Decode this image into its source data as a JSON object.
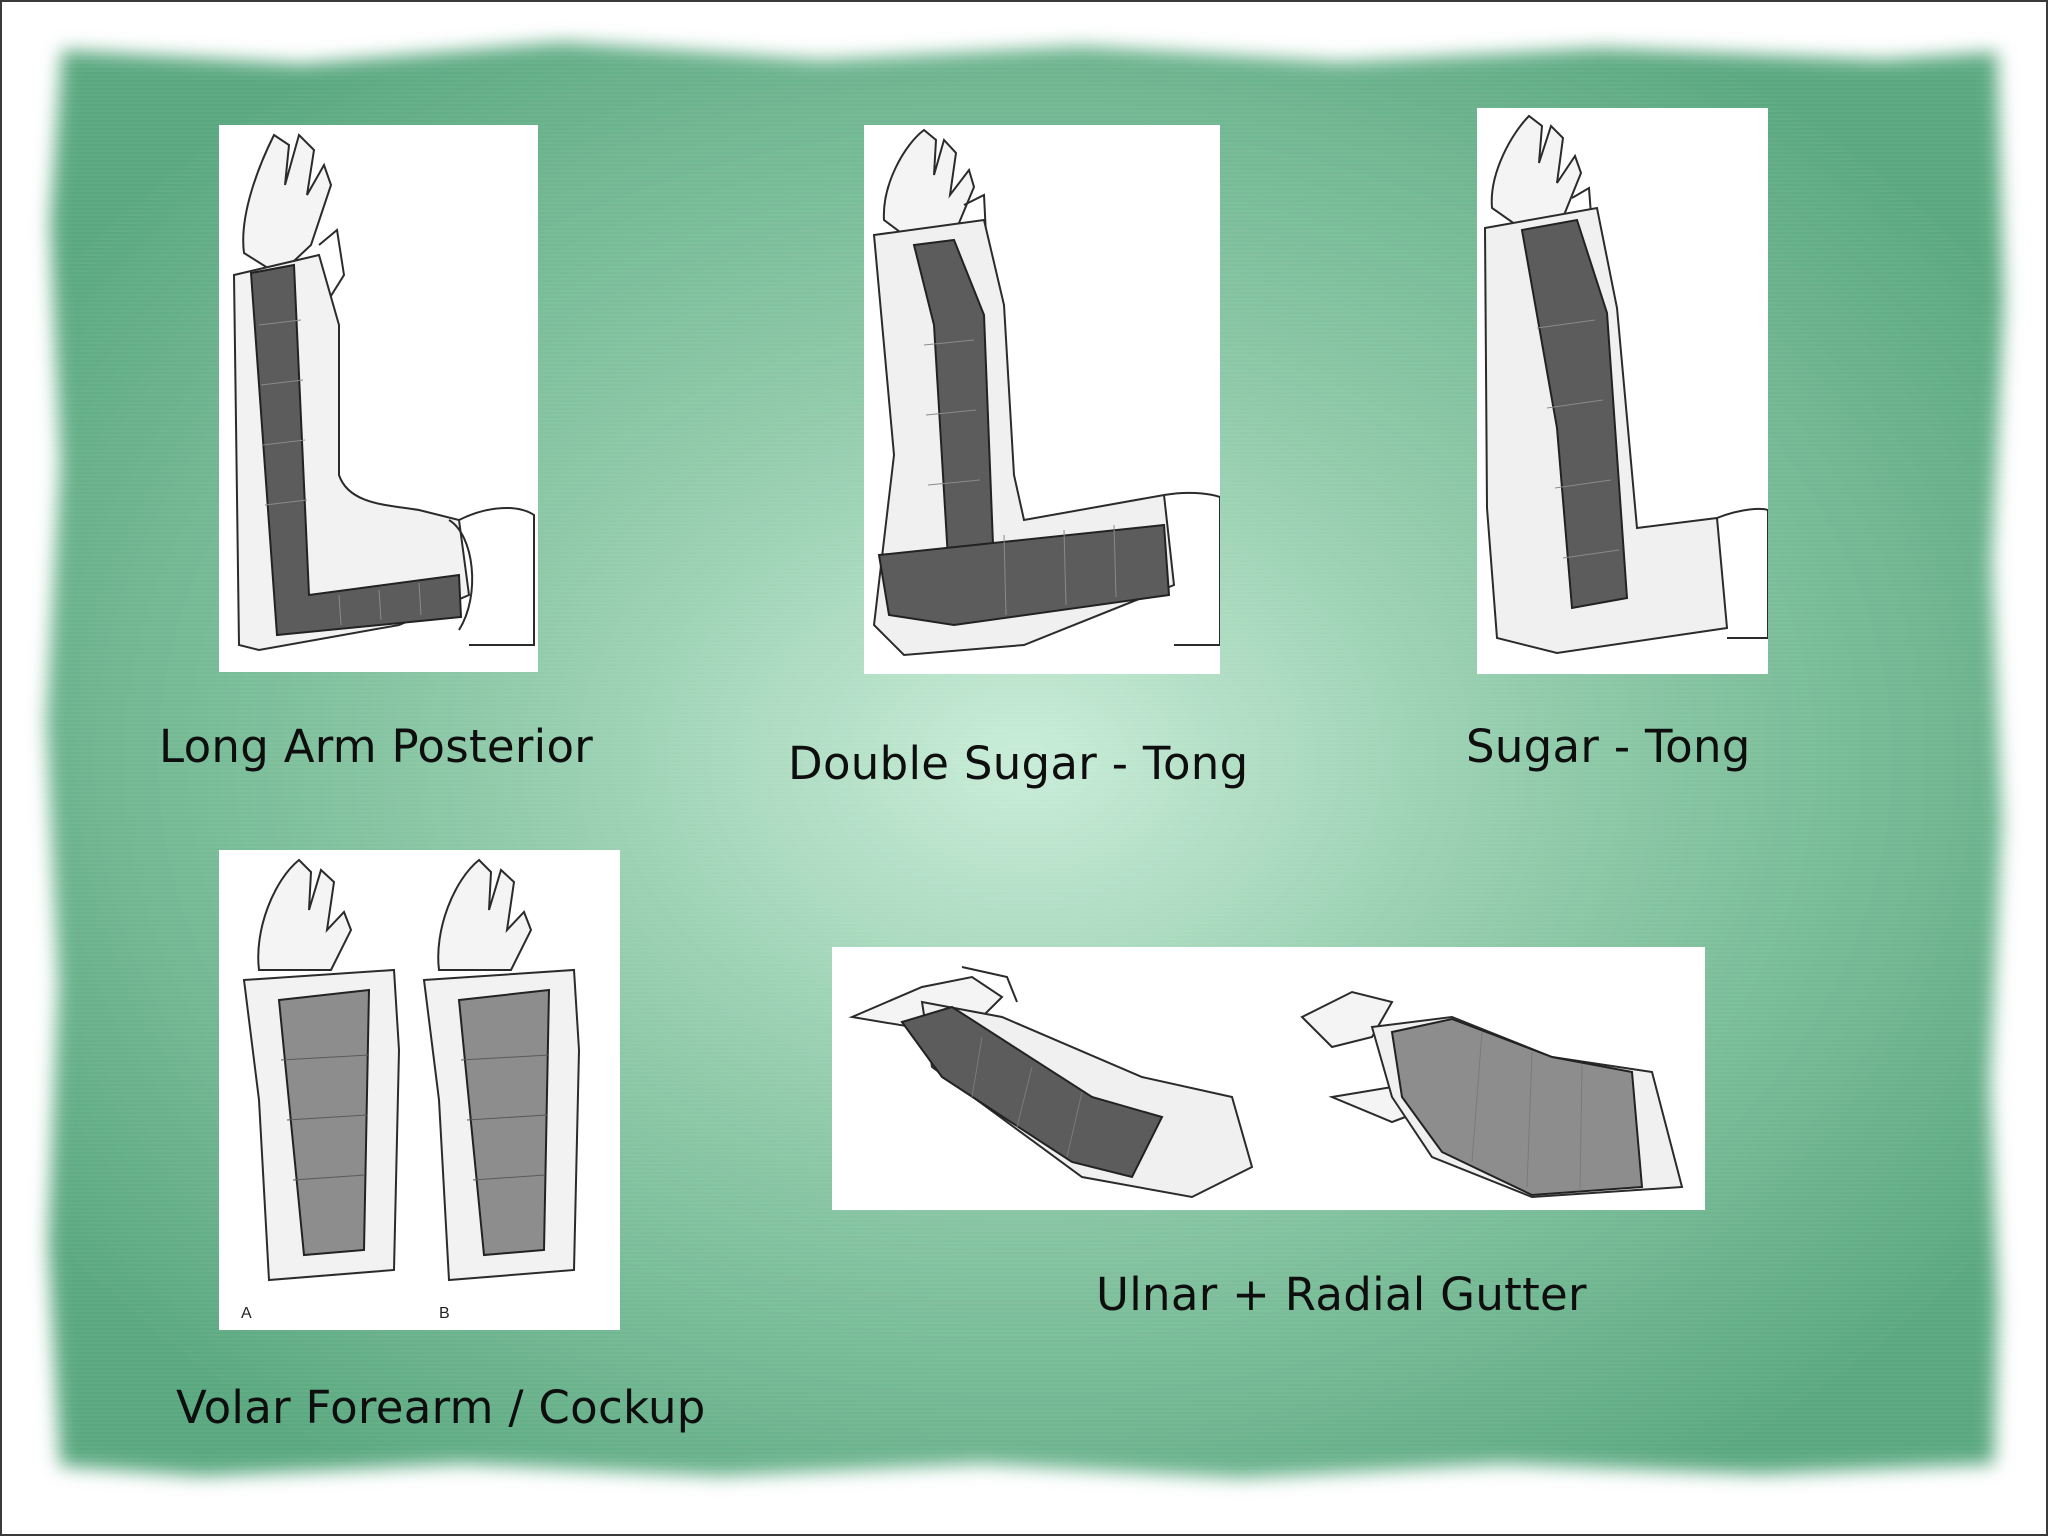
{
  "colors": {
    "slide_green": "#6fb893",
    "slide_green_dark": "#56a57c",
    "slide_green_light": "#b8e2cb",
    "caption_text": "#0e0e0e",
    "splint_fill": "#5c5c5c",
    "sketch_line": "#2b2b2b"
  },
  "figures": [
    {
      "id": "long-arm-posterior",
      "caption": "Long Arm Posterior"
    },
    {
      "id": "double-sugar-tong",
      "caption": "Double Sugar - Tong"
    },
    {
      "id": "sugar-tong",
      "caption": "Sugar - Tong"
    },
    {
      "id": "volar-forearm",
      "caption": "Volar Forearm / Cockup",
      "panel_letters": [
        "A",
        "B"
      ]
    },
    {
      "id": "ulnar-radial-gutter",
      "caption": "Ulnar + Radial Gutter"
    }
  ]
}
